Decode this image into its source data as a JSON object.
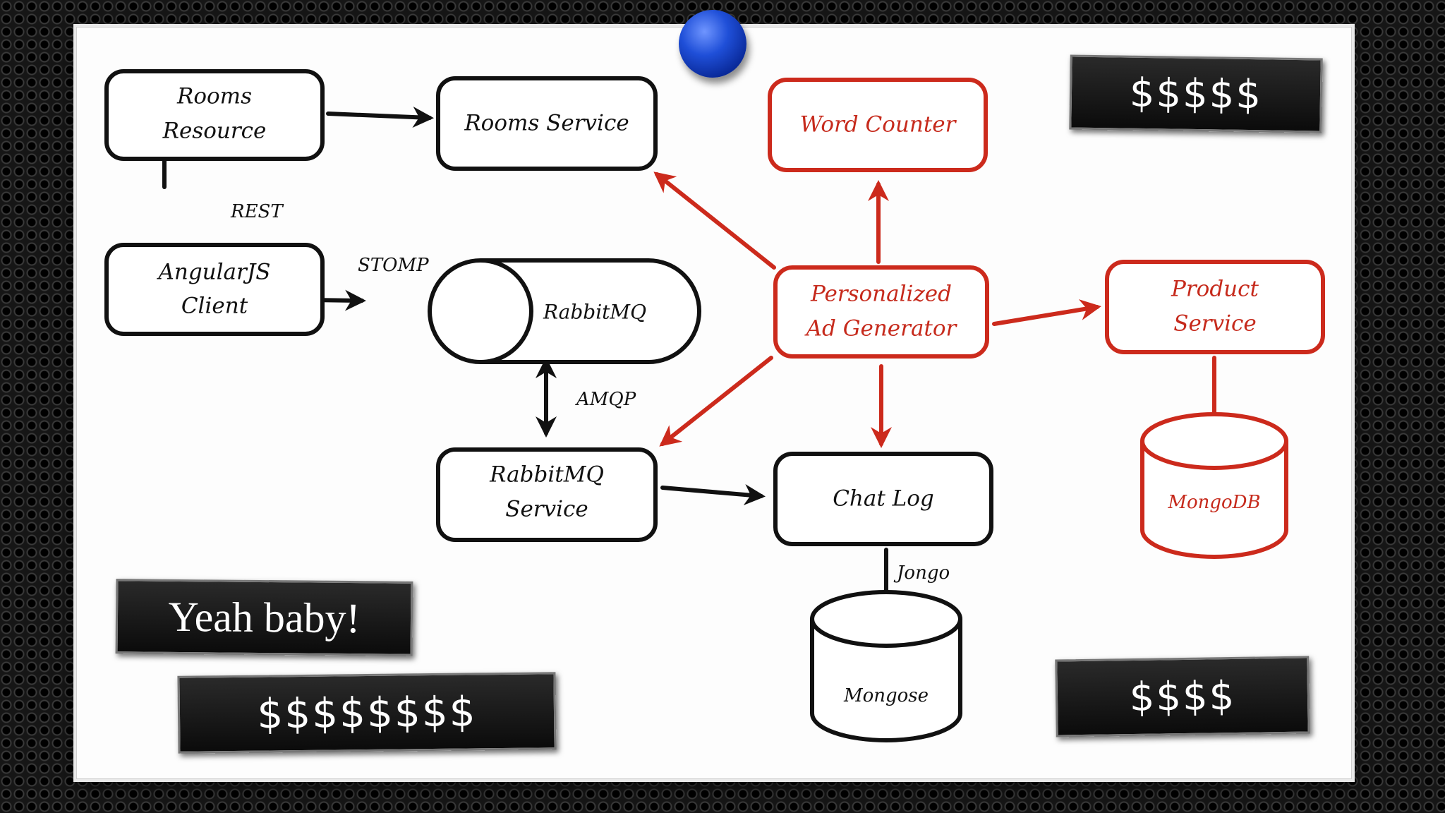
{
  "diagram": {
    "nodes": {
      "rooms_resource": [
        "Rooms",
        "Resource"
      ],
      "rooms_service": "Rooms Service",
      "angularjs_client": [
        "AngularJS",
        "Client"
      ],
      "rabbitmq": "RabbitMQ",
      "rabbitmq_service": [
        "RabbitMQ",
        "Service"
      ],
      "chat_log": "Chat Log",
      "mongose": "Mongose",
      "word_counter": "Word Counter",
      "ad_generator": [
        "Personalized",
        "Ad Generator"
      ],
      "product_service": [
        "Product",
        "Service"
      ],
      "mongodb": "MongoDB"
    },
    "edges": {
      "rest": "REST",
      "stomp": "STOMP",
      "amqp": "AMQP",
      "jongo": "Jongo"
    }
  },
  "tags": {
    "yeah": "Yeah baby!",
    "bottom_left": "$$$$$$$$",
    "top_right": "$$$$$",
    "bottom_right": "$$$$"
  },
  "colors": {
    "black_stroke": "#111111",
    "red_stroke": "#cc2a1c",
    "pin": "#1f4fd8"
  },
  "icons": {
    "pin": "pushpin-icon"
  }
}
